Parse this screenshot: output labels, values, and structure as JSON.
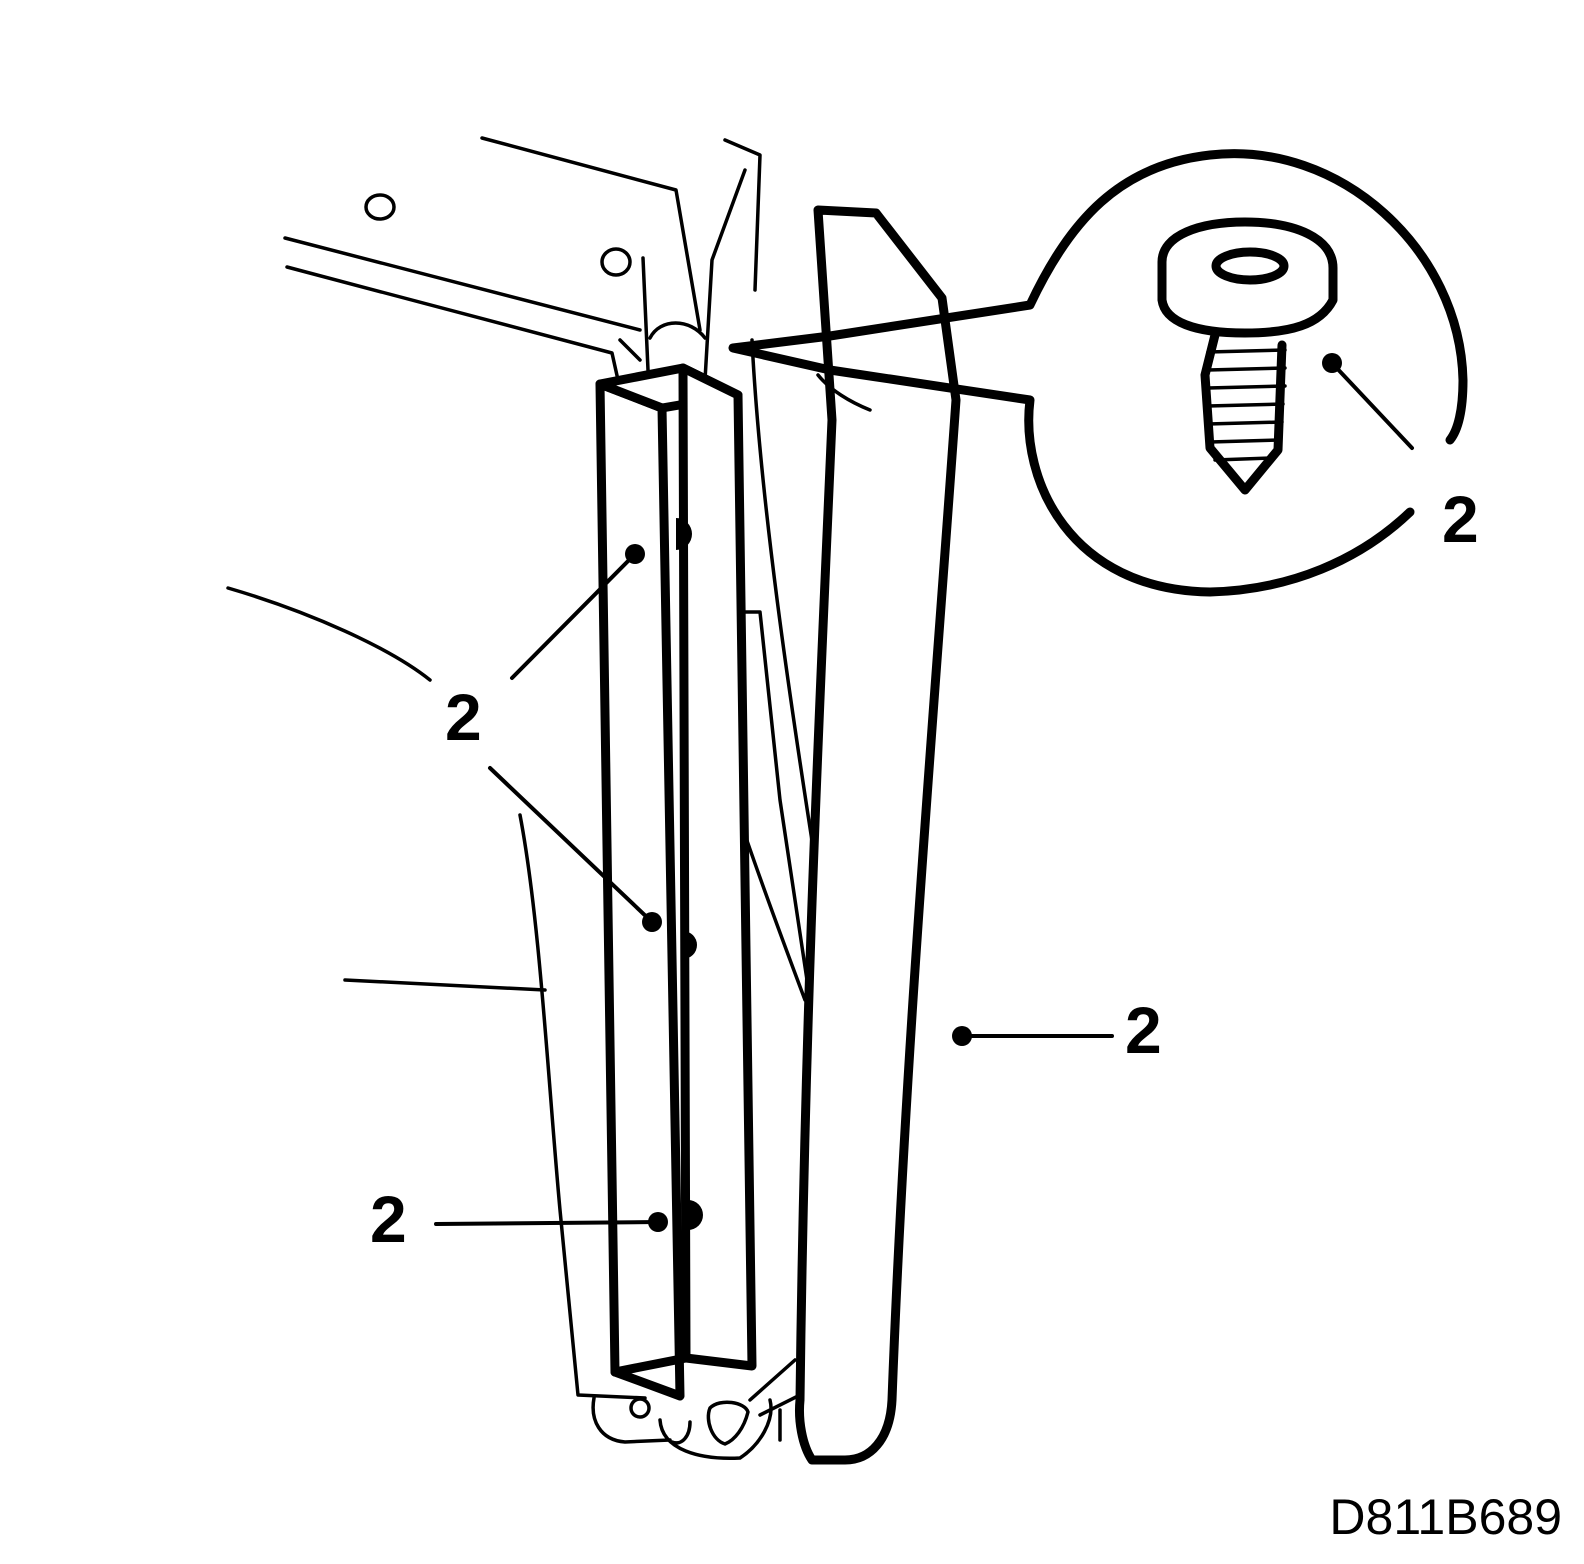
{
  "diagram": {
    "callouts": [
      {
        "id": "screw-detail",
        "label": "2"
      },
      {
        "id": "upper-left",
        "label": "2"
      },
      {
        "id": "lower-left",
        "label": "2"
      },
      {
        "id": "right-trim",
        "label": "2"
      }
    ],
    "reference_code": "D811B689"
  }
}
